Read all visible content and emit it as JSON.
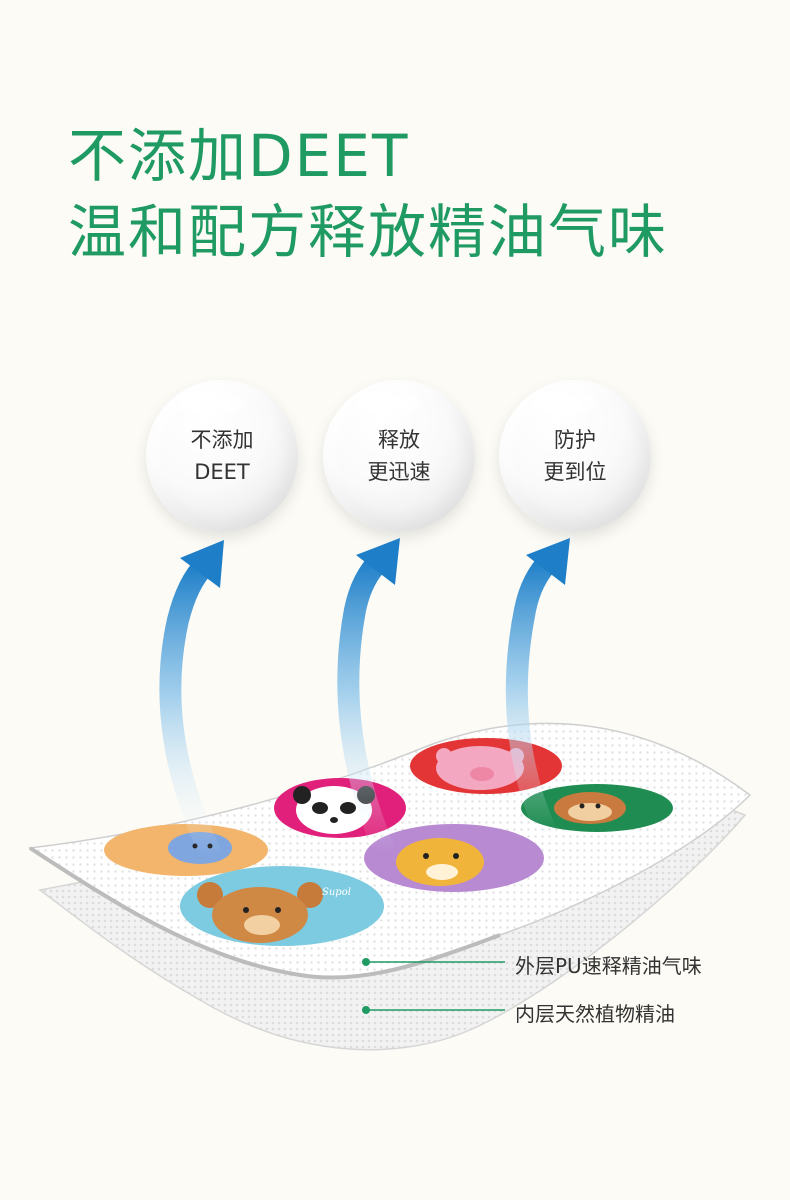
{
  "headline": {
    "line1": "不添加DEET",
    "line2": "温和配方释放精油气味"
  },
  "bubbles": [
    {
      "line1": "不添加",
      "line2": "DEET"
    },
    {
      "line1": "释放",
      "line2": "更迅速"
    },
    {
      "line1": "防护",
      "line2": "更到位"
    }
  ],
  "callouts": {
    "outer": "外层PU速释精油气味",
    "inner": "内层天然植物精油"
  },
  "sticker_brand": "Supol",
  "colors": {
    "accent": "#1f9a63",
    "arrow": "#1e7fc8"
  }
}
